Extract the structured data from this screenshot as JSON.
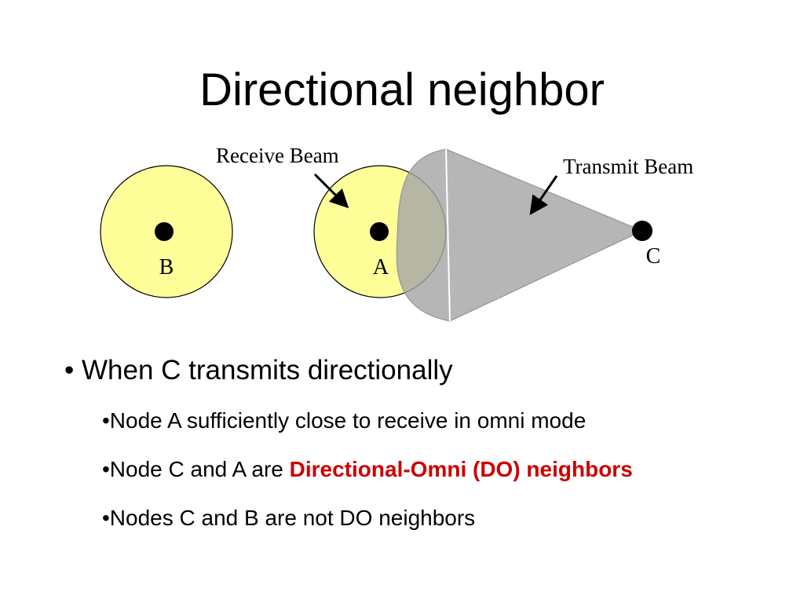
{
  "title": "Directional neighbor",
  "diagram": {
    "receive_label": "Receive Beam",
    "transmit_label": "Transmit Beam",
    "nodes": [
      {
        "id": "B",
        "label": "B"
      },
      {
        "id": "A",
        "label": "A"
      },
      {
        "id": "C",
        "label": "C"
      }
    ],
    "colors": {
      "omni_range_fill": "#ffff99",
      "transmit_beam_fill": "#a6a6a6",
      "overlap_fill": "#a6a470",
      "node_fill": "#000000"
    }
  },
  "bullets": {
    "main": "• When C transmits directionally",
    "sub1": "•Node A sufficiently close to receive in omni mode",
    "sub2_prefix": "•Node C and A are ",
    "sub2_emphasis": "Directional-Omni (DO) neighbors",
    "sub3": "•Nodes C and B are not DO neighbors"
  }
}
